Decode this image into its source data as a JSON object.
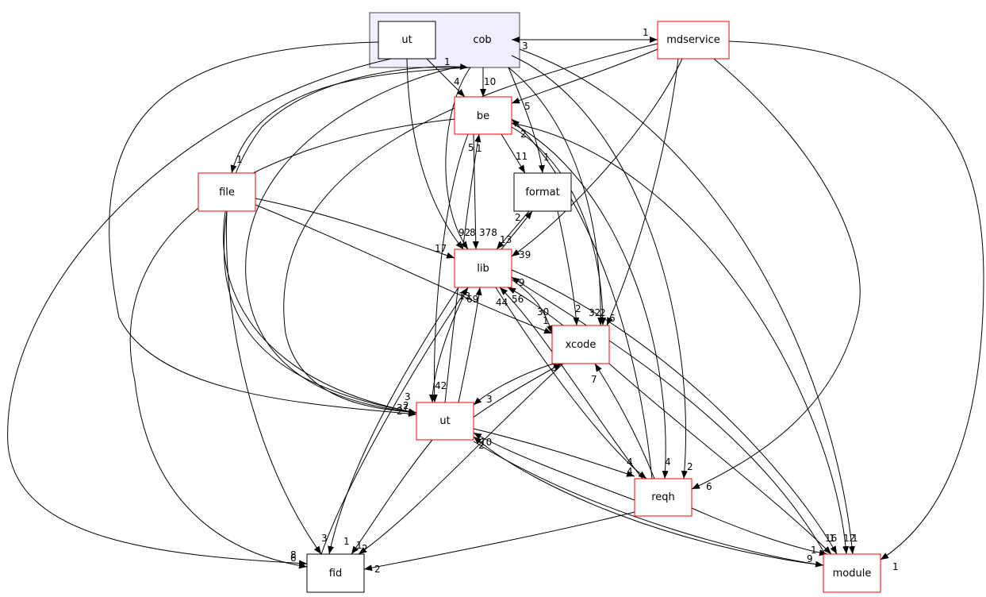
{
  "diagram": {
    "type": "directory-dependency-graph",
    "cluster": {
      "id": "cob",
      "label": "cob",
      "fill": "#eeeeff",
      "border": "#444444"
    },
    "nodes": [
      {
        "id": "cob_ut",
        "label": "ut",
        "border": "#000000",
        "in_cluster": true
      },
      {
        "id": "mdservice",
        "label": "mdservice",
        "border": "#ff0000"
      },
      {
        "id": "be",
        "label": "be",
        "border": "#ff0000"
      },
      {
        "id": "file",
        "label": "file",
        "border": "#ff0000"
      },
      {
        "id": "format",
        "label": "format",
        "border": "#000000"
      },
      {
        "id": "lib",
        "label": "lib",
        "border": "#ff0000"
      },
      {
        "id": "xcode",
        "label": "xcode",
        "border": "#ff0000"
      },
      {
        "id": "ut",
        "label": "ut",
        "border": "#ff0000"
      },
      {
        "id": "reqh",
        "label": "reqh",
        "border": "#ff0000"
      },
      {
        "id": "fid",
        "label": "fid",
        "border": "#000000"
      },
      {
        "id": "module",
        "label": "module",
        "border": "#ff0000"
      }
    ],
    "edges": [
      {
        "from": "cob",
        "to": "mdservice",
        "label": "1"
      },
      {
        "from": "mdservice",
        "to": "cob",
        "label": "3"
      },
      {
        "from": "cob",
        "to": "be",
        "label": "10"
      },
      {
        "from": "cob_ut",
        "to": "be",
        "label": "4"
      },
      {
        "from": "ut",
        "to": "cob",
        "label": "1"
      },
      {
        "from": "mdservice",
        "to": "be",
        "label": "5"
      },
      {
        "from": "cob",
        "to": "format",
        "label": "1"
      },
      {
        "from": "cob",
        "to": "file",
        "label": "1"
      },
      {
        "from": "be",
        "to": "format",
        "label": "11"
      },
      {
        "from": "reqh",
        "to": "be",
        "label": "2"
      },
      {
        "from": "ut",
        "to": "be",
        "label": "1"
      },
      {
        "from": "be",
        "to": "ut",
        "label": "5"
      },
      {
        "from": "cob",
        "to": "lib",
        "label": "92"
      },
      {
        "from": "cob_ut",
        "to": "lib",
        "label": "8"
      },
      {
        "from": "be",
        "to": "lib",
        "label": "378"
      },
      {
        "from": "format",
        "to": "lib",
        "label": "13"
      },
      {
        "from": "lib",
        "to": "format",
        "label": "2"
      },
      {
        "from": "file",
        "to": "lib",
        "label": "17"
      },
      {
        "from": "mdservice",
        "to": "lib",
        "label": "39"
      },
      {
        "from": "module",
        "to": "lib",
        "label": "9"
      },
      {
        "from": "xcode",
        "to": "lib",
        "label": "56"
      },
      {
        "from": "reqh",
        "to": "lib",
        "label": "44"
      },
      {
        "from": "fid",
        "to": "lib",
        "label": "13"
      },
      {
        "from": "ut",
        "to": "lib",
        "label": "69"
      },
      {
        "from": "lib",
        "to": "ut",
        "label": "42"
      },
      {
        "from": "lib",
        "to": "xcode",
        "label": "30"
      },
      {
        "from": "file",
        "to": "xcode",
        "label": "1"
      },
      {
        "from": "format",
        "to": "xcode",
        "label": "2"
      },
      {
        "from": "cob",
        "to": "xcode",
        "label": "32"
      },
      {
        "from": "be",
        "to": "xcode",
        "label": "2"
      },
      {
        "from": "mdservice",
        "to": "xcode",
        "label": "6"
      },
      {
        "from": "ut",
        "to": "xcode",
        "label": "3"
      },
      {
        "from": "xcode",
        "to": "ut",
        "label": "3"
      },
      {
        "from": "reqh",
        "to": "xcode",
        "label": "7"
      },
      {
        "from": "cob",
        "to": "ut",
        "label": "37"
      },
      {
        "from": "mdservice",
        "to": "ut",
        "label": "3"
      },
      {
        "from": "file",
        "to": "ut",
        "label": "2"
      },
      {
        "from": "cob_ut",
        "to": "ut",
        "label": "2"
      },
      {
        "from": "module",
        "to": "ut",
        "label": "10"
      },
      {
        "from": "reqh",
        "to": "ut",
        "label": "2"
      },
      {
        "from": "ut",
        "to": "reqh",
        "label": "4"
      },
      {
        "from": "lib",
        "to": "reqh",
        "label": "4"
      },
      {
        "from": "be",
        "to": "reqh",
        "label": "4"
      },
      {
        "from": "cob",
        "to": "reqh",
        "label": "2"
      },
      {
        "from": "mdservice",
        "to": "reqh",
        "label": "6"
      },
      {
        "from": "file",
        "to": "fid",
        "label": "3"
      },
      {
        "from": "lib",
        "to": "fid",
        "label": "1"
      },
      {
        "from": "ut",
        "to": "fid",
        "label": "1"
      },
      {
        "from": "xcode",
        "to": "fid",
        "label": "2"
      },
      {
        "from": "reqh",
        "to": "fid",
        "label": "2"
      },
      {
        "from": "cob_ut",
        "to": "fid",
        "label": "8"
      },
      {
        "from": "be",
        "to": "fid",
        "label": "6"
      },
      {
        "from": "ut",
        "to": "module",
        "label": "9"
      },
      {
        "from": "reqh",
        "to": "module",
        "label": "1"
      },
      {
        "from": "xcode",
        "to": "module",
        "label": "16"
      },
      {
        "from": "lib",
        "to": "module",
        "label": "1"
      },
      {
        "from": "be",
        "to": "module",
        "label": "12"
      },
      {
        "from": "cob",
        "to": "module",
        "label": "1"
      },
      {
        "from": "mdservice",
        "to": "module",
        "label": "1"
      }
    ]
  }
}
